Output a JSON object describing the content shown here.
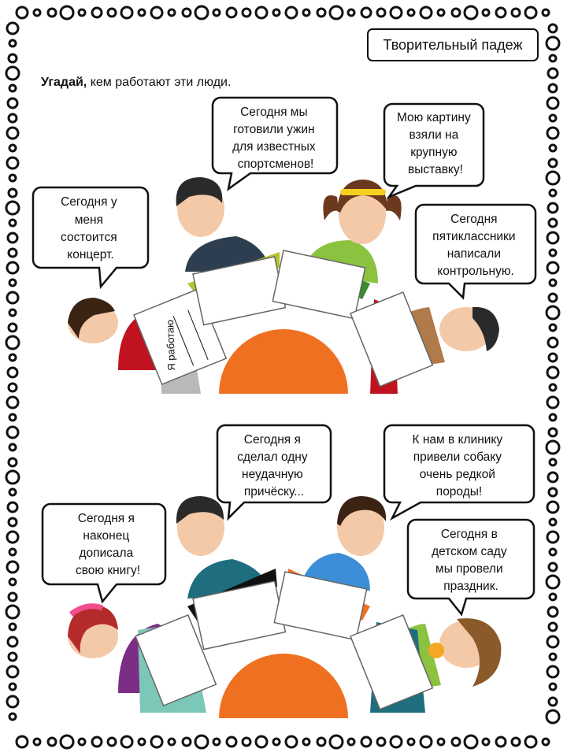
{
  "title": "Творительный падеж",
  "instruction": {
    "bold": "Угадай,",
    "rest": " кем работают эти люди."
  },
  "answer_card": {
    "prefix": "Я работаю"
  },
  "scene_top": {
    "bubbles": [
      {
        "lines": [
          "Сегодня у",
          "меня",
          "состоится",
          "концерт."
        ]
      },
      {
        "lines": [
          "Сегодня мы",
          "готовили ужин",
          "для  известных",
          "спортсменов!"
        ]
      },
      {
        "lines": [
          "Мою картину",
          "взяли на",
          "крупную",
          "выставку!"
        ]
      },
      {
        "lines": [
          "Сегодня",
          "пятиклассники",
          "написали",
          "контрольную."
        ]
      }
    ]
  },
  "scene_bottom": {
    "bubbles": [
      {
        "lines": [
          "Сегодня я",
          "наконец",
          "дописала",
          "свою книгу!"
        ]
      },
      {
        "lines": [
          "Сегодня я",
          "сделал одну",
          "неудачную",
          "причёску..."
        ]
      },
      {
        "lines": [
          "К нам в клинику",
          "привели собаку",
          "очень редкой",
          "породы!"
        ]
      },
      {
        "lines": [
          "Сегодня в",
          "детском саду",
          "мы провели",
          "праздник."
        ]
      }
    ]
  },
  "colors": {
    "table": "#f07021",
    "red_shirt": "#c1121f",
    "olive": "#b7c32a",
    "green": "#3a8a2e",
    "teal": "#1e6e7f",
    "purple": "#7c2d84",
    "skin": "#f4c9a8",
    "hair_dark": "#2a2a2a",
    "hair_brown": "#6b3a1e"
  }
}
